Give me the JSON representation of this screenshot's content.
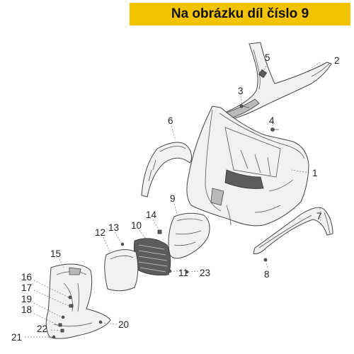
{
  "banner": {
    "text": "Na obrázku díl číslo 9"
  },
  "colors": {
    "banner_bg": "#f3c300",
    "banner_text": "#111111"
  },
  "callouts": {
    "c1": "1",
    "c2": "2",
    "c3": "3",
    "c4": "4",
    "c5": "5",
    "c6": "6",
    "c7": "7",
    "c8": "8",
    "c9": "9",
    "c10": "10",
    "c11": "11",
    "c12": "12",
    "c13": "13",
    "c14": "14",
    "c15": "15",
    "c16": "16",
    "c17": "17",
    "c18": "18",
    "c19": "19",
    "c20": "20",
    "c21": "21",
    "c22": "22",
    "c23": "23"
  }
}
